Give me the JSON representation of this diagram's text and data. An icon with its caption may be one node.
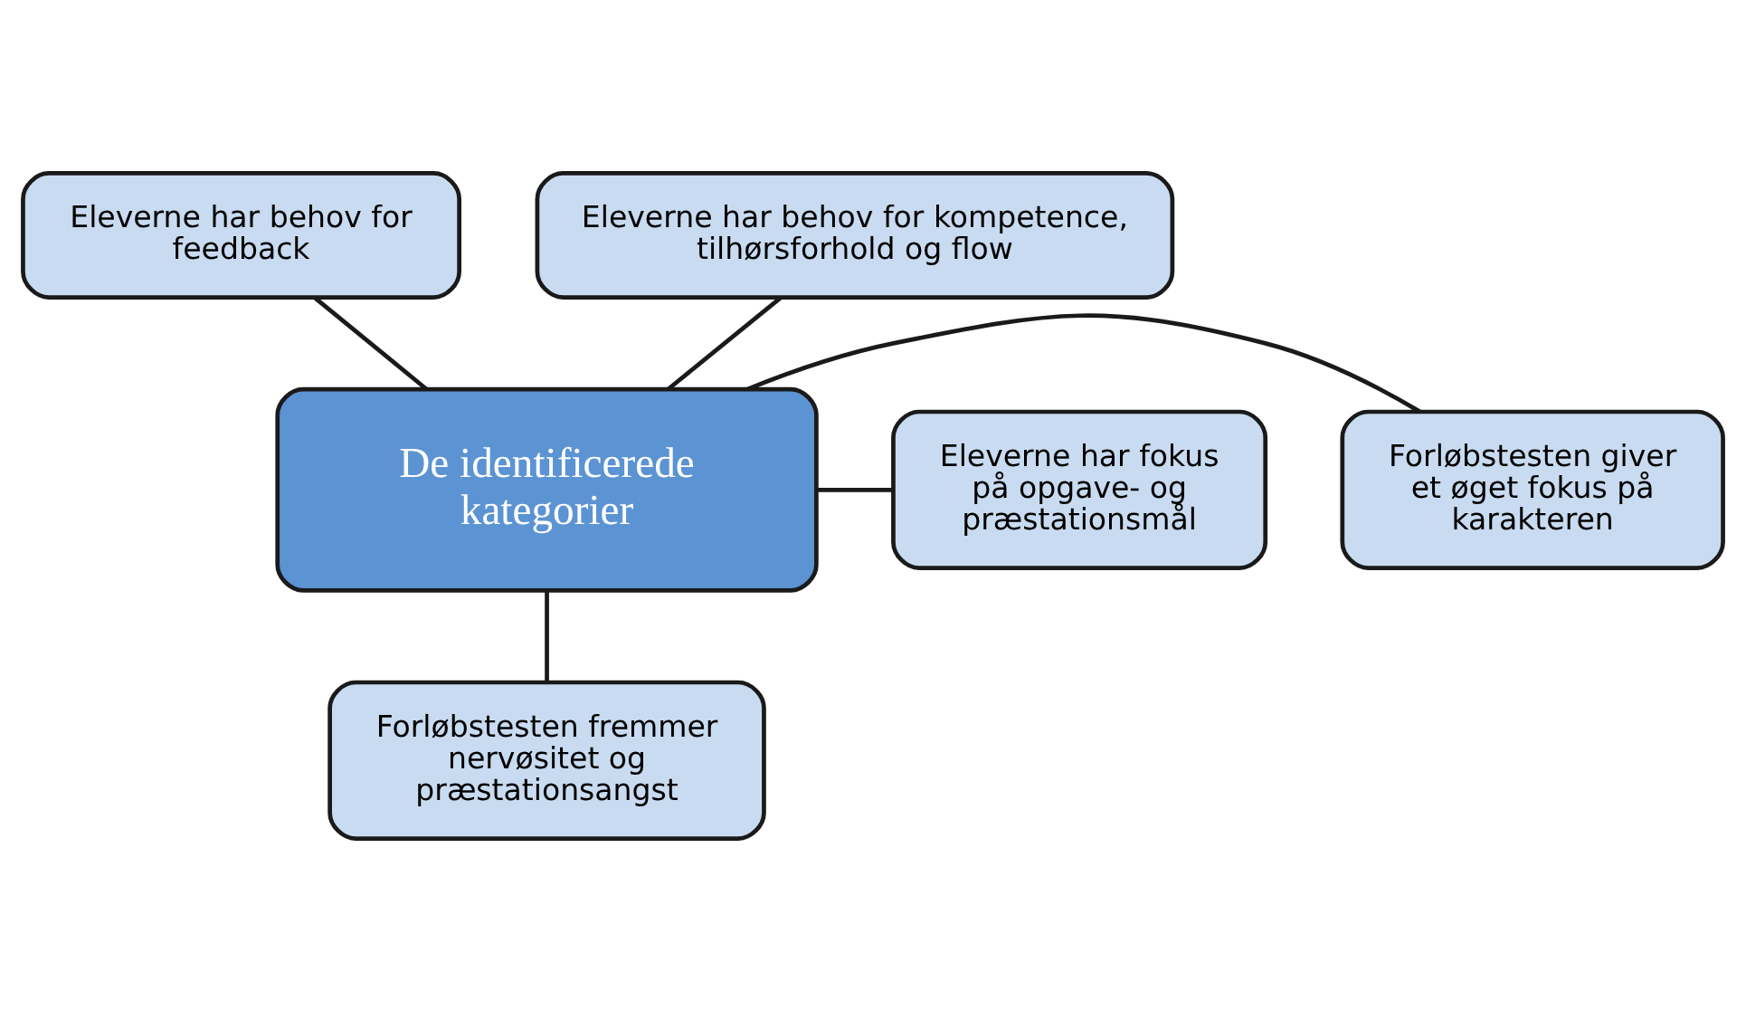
{
  "diagram": {
    "nodes": [
      {
        "text": [
          "De identificerede kategorier"
        ]
      },
      {
        "text": [
          "Eleverne har behov for feedback"
        ]
      },
      {
        "text": [
          "Eleverne har behov for kompetence, tilhørsforhold og flow"
        ]
      },
      {
        "text": [
          "Forløbstesten giver et øget fokus på karakteren"
        ]
      },
      {
        "text": [
          "Eleverne har fokus på opgave- og præstationsmål"
        ]
      },
      {
        "text": [
          "Forløbstesten fremmer nervøsitet og præstationsangst"
        ]
      }
    ],
    "edges": [
      {
        "from": 0,
        "to": 1,
        "arrow": "none"
      },
      {
        "from": 0,
        "to": 2,
        "arrow": "none"
      },
      {
        "from": 0,
        "to": 3,
        "arrow": "none"
      },
      {
        "from": 0,
        "to": 4,
        "arrow": "none"
      },
      {
        "from": 0,
        "to": 5,
        "arrow": "none"
      }
    ]
  }
}
